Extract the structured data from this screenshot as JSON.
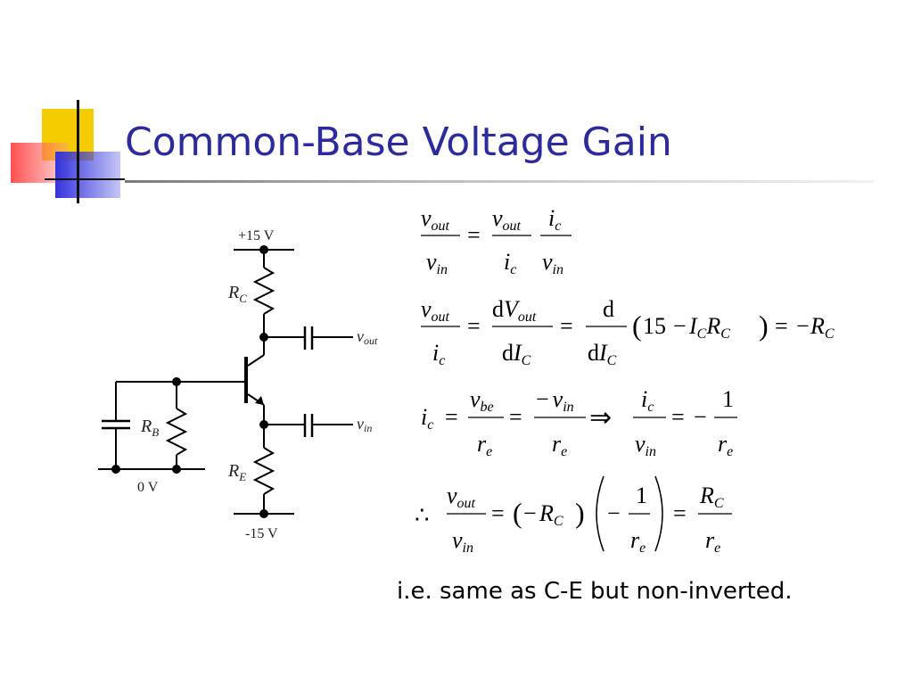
{
  "title": "Common-Base Voltage Gain",
  "circuit": {
    "supply_pos": "+15 V",
    "supply_neg": "-15 V",
    "ground": "0 V",
    "rc_main": "R",
    "rc_sub": "C",
    "re_main": "R",
    "re_sub": "E",
    "rb_main": "R",
    "rb_sub": "B",
    "vout_main": "v",
    "vout_sub": "out",
    "vin_main": "v",
    "vin_sub": "in"
  },
  "math": {
    "v": "v",
    "i": "i",
    "r": "r",
    "R": "R",
    "V": "V",
    "I": "I",
    "d": "d",
    "out": "out",
    "in": "in",
    "c": "c",
    "C": "C",
    "e": "e",
    "be": "be",
    "n15": "15",
    "n1": "1",
    "eq": "=",
    "minus": "−",
    "lparen": "(",
    "rparen": ")",
    "implies": "⇒",
    "therefore": "∴"
  },
  "caption": "i.e. same as C-E but non-inverted."
}
